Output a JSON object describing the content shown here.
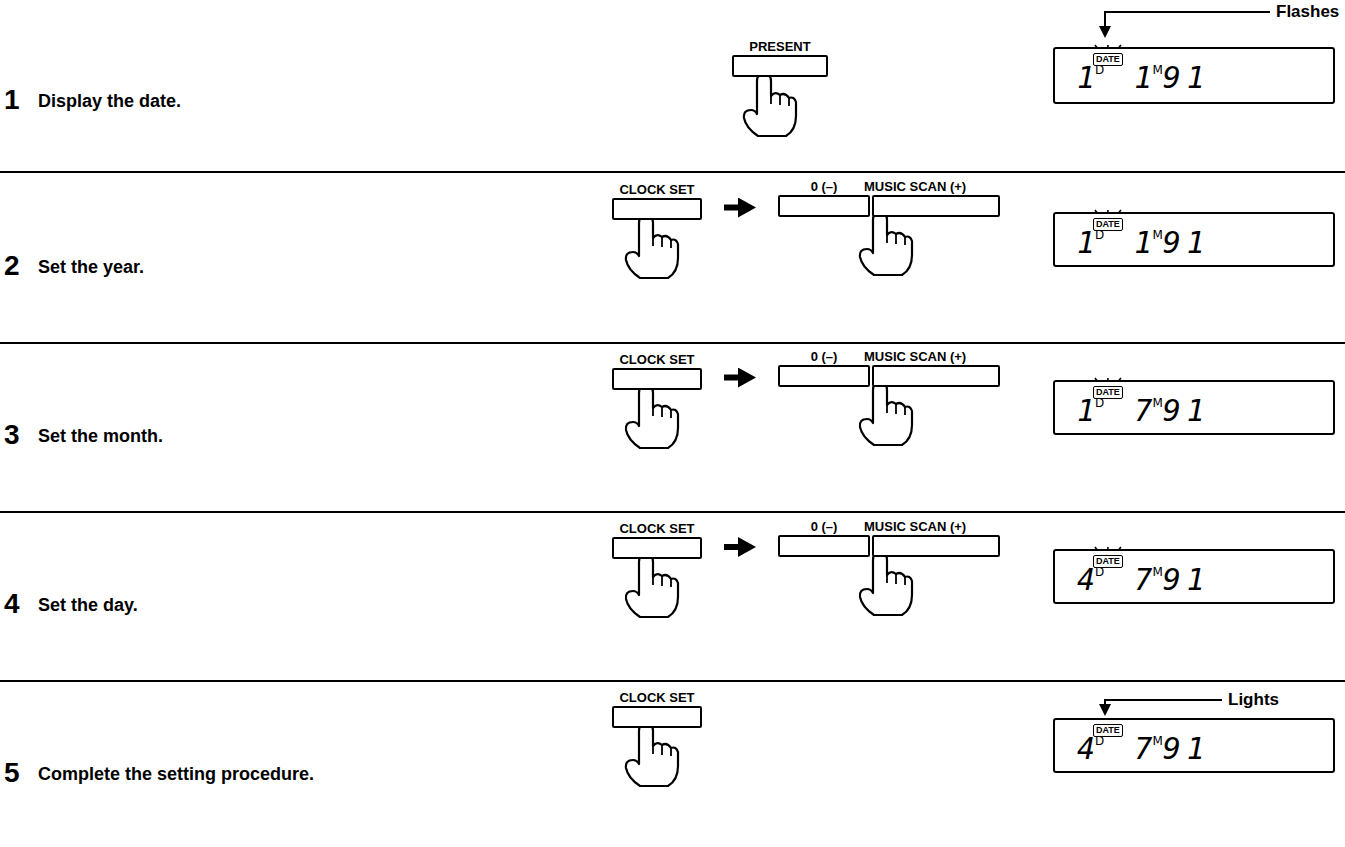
{
  "diagram": {
    "nodes": [
      {
        "text": [
          "PRESENT"
        ]
      },
      {
        "text": [
          "DATE",
          "1",
          "D",
          "1",
          "M",
          "91"
        ]
      },
      {
        "text": [
          "CLOCK SET"
        ]
      },
      {
        "text": [
          "0 (–)"
        ]
      },
      {
        "text": [
          "MUSIC SCAN (+)"
        ]
      },
      {
        "text": [
          "DATE",
          "1",
          "D",
          "1",
          "M",
          "91"
        ]
      },
      {
        "text": [
          "CLOCK SET"
        ]
      },
      {
        "text": [
          "0 (–)"
        ]
      },
      {
        "text": [
          "MUSIC SCAN (+)"
        ]
      },
      {
        "text": [
          "DATE",
          "1",
          "D",
          "7",
          "M",
          "91"
        ]
      },
      {
        "text": [
          "CLOCK SET"
        ]
      },
      {
        "text": [
          "0 (–)"
        ]
      },
      {
        "text": [
          "MUSIC SCAN (+)"
        ]
      },
      {
        "text": [
          "DATE",
          "4",
          "D",
          "7",
          "M",
          "91"
        ]
      },
      {
        "text": [
          "CLOCK SET"
        ]
      },
      {
        "text": [
          "DATE",
          "4",
          "D",
          "7",
          "M",
          "91"
        ]
      }
    ],
    "edges": [
      {
        "from": 2,
        "to": 3,
        "arrow": "to"
      },
      {
        "from": 6,
        "to": 7,
        "arrow": "to"
      },
      {
        "from": 10,
        "to": 11,
        "arrow": "to"
      }
    ],
    "labels": [
      "1",
      "Display the date.",
      "Flashes",
      "2",
      "Set the year.",
      "3",
      "Set the month.",
      "4",
      "Set the day.",
      "5",
      "Complete the setting procedure.",
      "Lights"
    ]
  }
}
